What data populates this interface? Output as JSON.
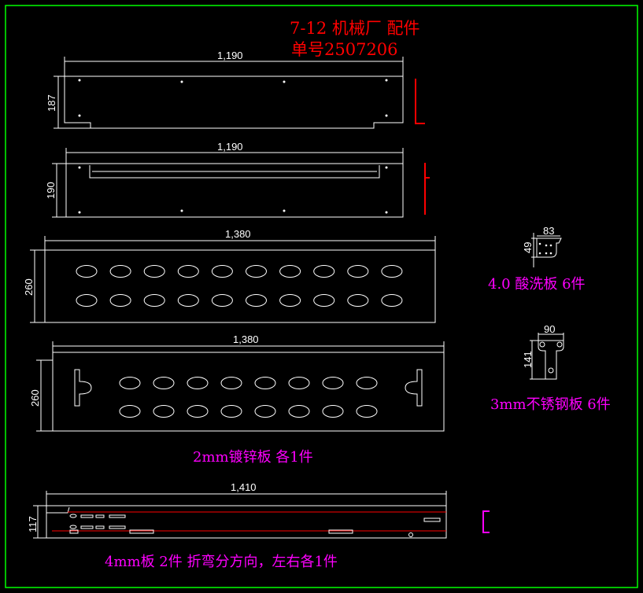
{
  "title": {
    "line1": "7-12 机械厂 配件",
    "line2": "单号2507206"
  },
  "dimensions": {
    "panel1": {
      "width": "1,190",
      "height": "187"
    },
    "panel2": {
      "width": "1,190",
      "height": "190"
    },
    "panel3": {
      "width": "1,380",
      "height": "260"
    },
    "panel4": {
      "width": "1,380",
      "height": "260"
    },
    "panel5": {
      "width": "1,410",
      "height": "117"
    },
    "part_a": {
      "width": "83",
      "height": "49"
    },
    "part_b": {
      "width": "90",
      "height": "141"
    }
  },
  "notes": {
    "part_a": "4.0 酸洗板   6件",
    "part_b": "3mm不锈钢板   6件",
    "panels_3_4": "2mm镀锌板 各1件",
    "panel5": "4mm板  2件   折弯分方向，左右各1件"
  },
  "colors": {
    "frame": "#00ff00",
    "title": "#ff0000",
    "note": "#ff00ff",
    "line": "#ffffff"
  }
}
